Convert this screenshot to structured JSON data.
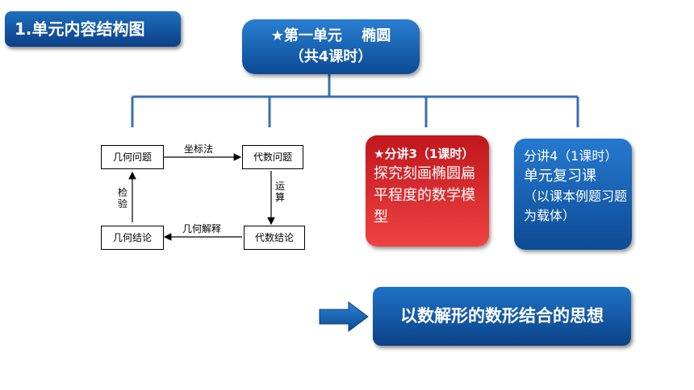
{
  "title": {
    "label": "1.单元内容结构图"
  },
  "root": {
    "line1": "★第一单元　 椭圆",
    "line2": "（共4课时）"
  },
  "flowchart": {
    "boxes": {
      "geo_problem": "几何问题",
      "alg_problem": "代数问题",
      "geo_conclusion": "几何结论",
      "alg_conclusion": "代数结论"
    },
    "labels": {
      "coordinate": "坐标法",
      "operation": [
        "运",
        "算"
      ],
      "verify": [
        "检",
        "验"
      ],
      "geo_interpret": "几何解释"
    }
  },
  "lesson3": {
    "header": "★分讲3（1课时）",
    "body": "探究刻画椭圆扁平程度的数学模型"
  },
  "lesson4": {
    "header": "分讲4（1课时）",
    "body": "单元复习课",
    "sub": "（以课本例题习题为载体）"
  },
  "banner": {
    "label": "以数解形的数形结合的思想"
  },
  "colors": {
    "blue_dark": "#0b4a93",
    "blue_light": "#2a7fd2",
    "red_dark": "#c0171d",
    "red_light": "#ef4242",
    "connector": "#3a6fb0"
  },
  "icons": {
    "big_arrow": "right-arrow-icon"
  }
}
